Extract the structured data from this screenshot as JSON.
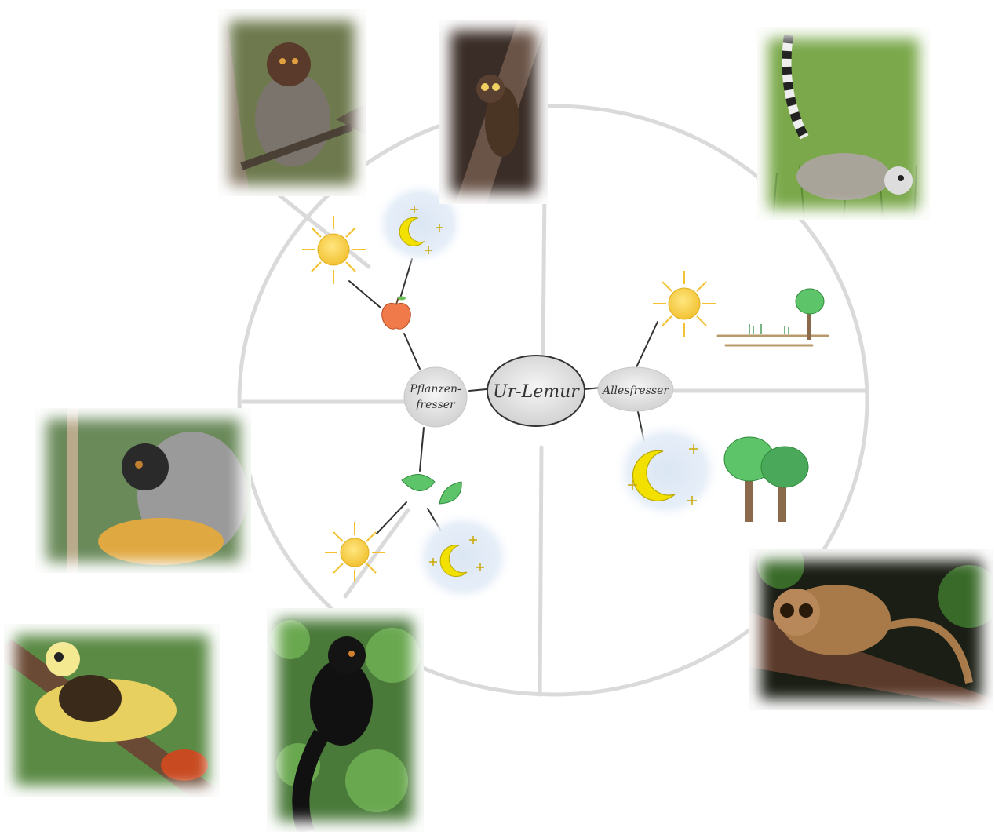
{
  "center": {
    "label": "Ur-Lemur"
  },
  "left_branch": {
    "label_line1": "Pflanzen-",
    "label_line2": "fresser"
  },
  "right_branch": {
    "label": "Allesfresser"
  },
  "photos": [
    {
      "id": "red-lemur",
      "subject": "brown lemur on tree"
    },
    {
      "id": "mouse-lemur-dark",
      "subject": "nocturnal lemur on palm"
    },
    {
      "id": "ring-tailed-lemur",
      "subject": "ring-tailed lemur in grass"
    },
    {
      "id": "diademed-sifaka",
      "subject": "sifaka clinging to tree"
    },
    {
      "id": "coquerels-sifaka",
      "subject": "sifaka resting on branch"
    },
    {
      "id": "black-lemur",
      "subject": "black lemur in foliage"
    },
    {
      "id": "grey-mouse-lemur",
      "subject": "mouse lemur on branch"
    }
  ],
  "colors": {
    "sun": "#f7d040",
    "moon": "#f2e000",
    "night": "#dbe6f4",
    "leaf": "#5ec46a",
    "apple": "#f07a4a",
    "wheel": "#dcdcdc"
  }
}
